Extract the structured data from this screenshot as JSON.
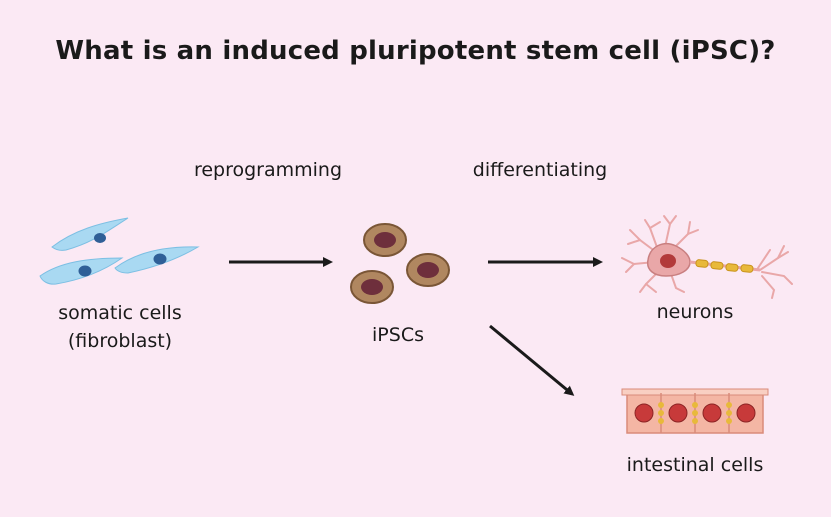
{
  "title": "What is an induced pluripotent stem cell (iPSC)?",
  "steps": {
    "reprogramming": "reprogramming",
    "differentiating": "differentiating"
  },
  "nodes": {
    "somatic_line1": "somatic cells",
    "somatic_line2": "(fibroblast)",
    "ipscs": "iPSCs",
    "neurons": "neurons",
    "intestinal": "intestinal cells"
  },
  "colors": {
    "background": "#fbe9f4",
    "fibroblast": "#a9d9f2",
    "fibroblast_nucleus": "#2f5f97",
    "ipsc_outer": "#b08760",
    "ipsc_nucleus": "#6e2f3c",
    "neuron": "#e9a7a8",
    "axon_myelin": "#e8b93a",
    "intestinal_cell": "#f4b6a4",
    "intestinal_nucleus": "#c73a3a",
    "arrow": "#1a1a1a"
  }
}
